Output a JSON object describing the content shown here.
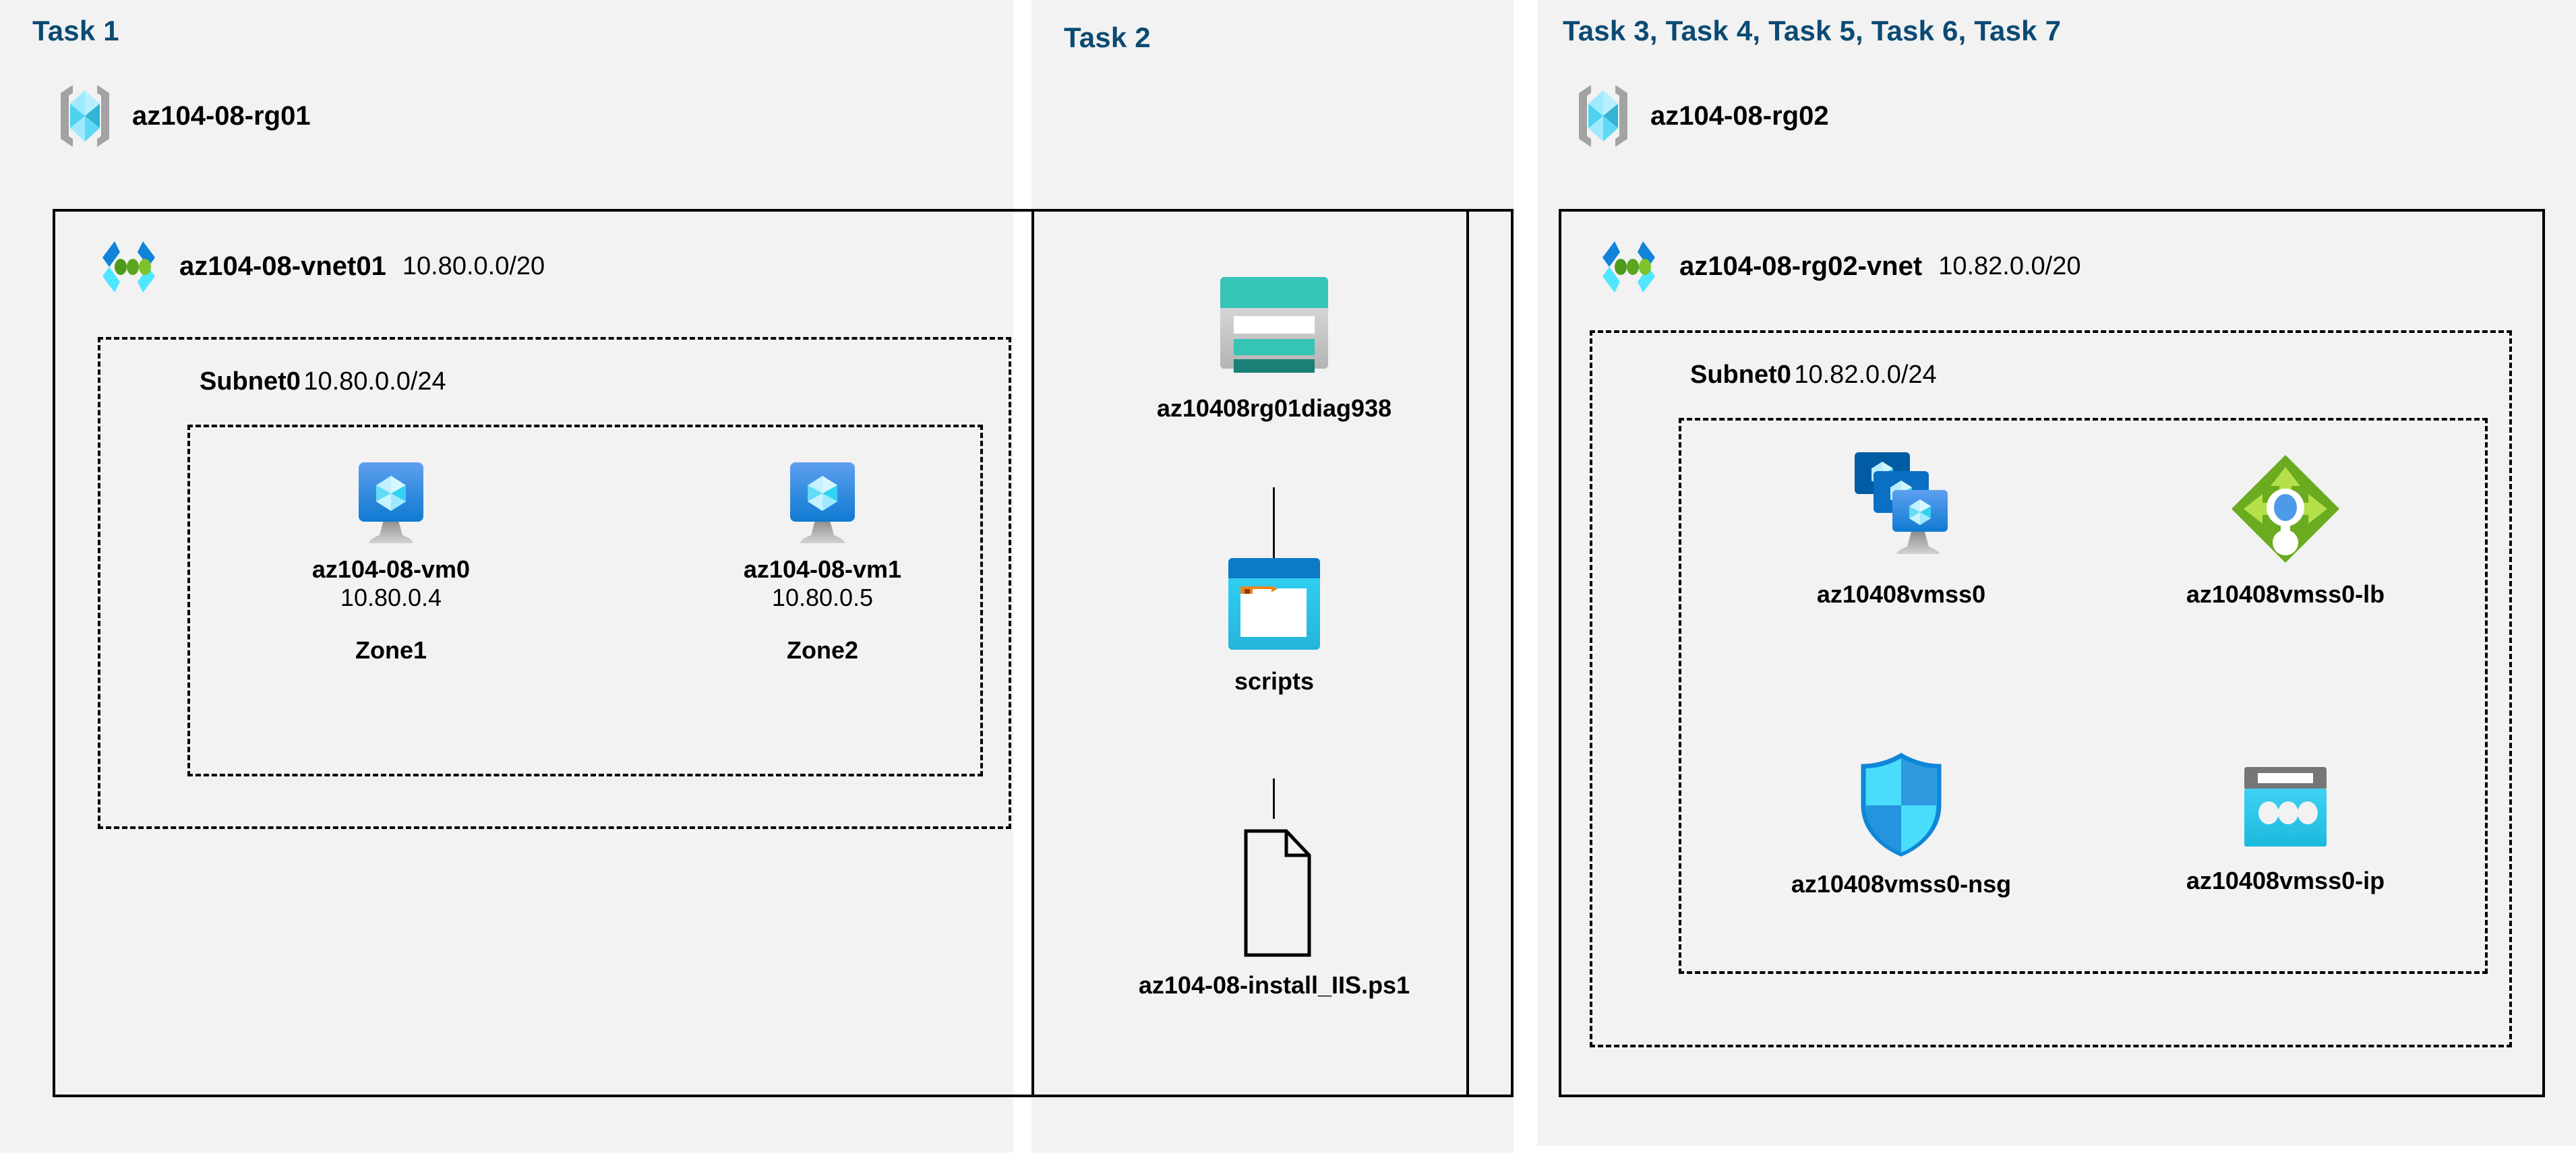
{
  "columns": [
    {
      "id": "task1",
      "header": "Task 1"
    },
    {
      "id": "task2",
      "header": "Task 2"
    },
    {
      "id": "task3to7",
      "header": "Task 3, Task 4, Task 5, Task 6, Task 7"
    }
  ],
  "left": {
    "resource_group": {
      "name": "az104-08-rg01",
      "icon": "resource-group-icon"
    },
    "vnet": {
      "name": "az104-08-vnet01",
      "cidr": "10.80.0.0/20",
      "icon": "virtual-network-icon"
    },
    "subnet": {
      "name": "Subnet0",
      "cidr": "10.80.0.0/24"
    },
    "vms": [
      {
        "name": "az104-08-vm0",
        "ip": "10.80.0.4",
        "zone": "Zone1",
        "icon": "virtual-machine-icon"
      },
      {
        "name": "az104-08-vm1",
        "ip": "10.80.0.5",
        "zone": "Zone2",
        "icon": "virtual-machine-icon"
      }
    ]
  },
  "middle": {
    "storage_account": {
      "name": "az10408rg01diag938",
      "icon": "storage-account-icon"
    },
    "container": {
      "name": "scripts",
      "icon": "blob-container-icon"
    },
    "file": {
      "name": "az104-08-install_IIS.ps1",
      "icon": "file-icon"
    }
  },
  "right": {
    "resource_group": {
      "name": "az104-08-rg02",
      "icon": "resource-group-icon"
    },
    "vnet": {
      "name": "az104-08-rg02-vnet",
      "cidr": "10.82.0.0/20",
      "icon": "virtual-network-icon"
    },
    "subnet": {
      "name": "Subnet0",
      "cidr": "10.82.0.0/24"
    },
    "resources": [
      {
        "name": "az10408vmss0",
        "icon": "vm-scale-set-icon"
      },
      {
        "name": "az10408vmss0-lb",
        "icon": "load-balancer-icon"
      },
      {
        "name": "az10408vmss0-nsg",
        "icon": "network-security-group-icon"
      },
      {
        "name": "az10408vmss0-ip",
        "icon": "public-ip-address-icon"
      }
    ]
  },
  "colors": {
    "task_header": "#0b4a73",
    "panel_bg": "#f2f2f2",
    "border": "#000000",
    "azure_blue": "#0078d4",
    "azure_cyan": "#50e6ff",
    "teal": "#33bfb0",
    "green": "#6aab1f",
    "gray": "#767676"
  }
}
